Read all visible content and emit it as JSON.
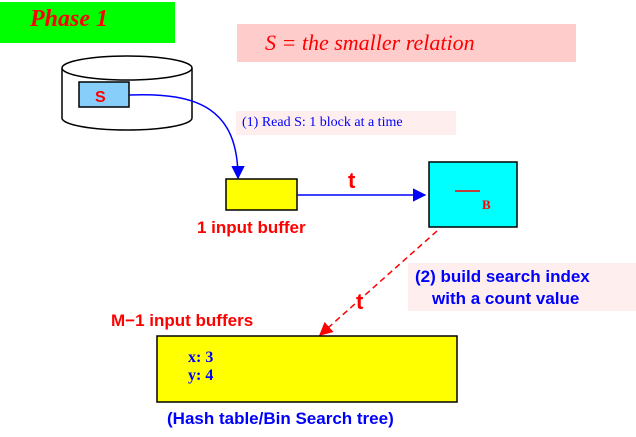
{
  "header": {
    "phase_label": "Phase 1",
    "relation_note": "S = the smaller relation"
  },
  "disk": {
    "block_label": "S"
  },
  "steps": {
    "read": "(1) Read S: 1 block at a time",
    "build_line1": "(2) build search index",
    "build_line2": "with a count value"
  },
  "input_buffer": {
    "label": "1 input buffer",
    "transfer_label": "t"
  },
  "target_box": {
    "label": "B"
  },
  "memory": {
    "label": "M−1 input buffers",
    "transfer_label": "t",
    "entries": [
      "x: 3",
      "y: 4"
    ],
    "structure_label": "(Hash table/Bin Search tree)"
  },
  "colors": {
    "phase_bg": "#00ff00",
    "note_bg": "#ffcccc",
    "step_bg": "#ffeeee",
    "buffer_fill": "#ffff00",
    "target_fill": "#00ffff",
    "disk_block_fill": "#87cefa",
    "red_text": "#ff0000",
    "blue_text": "#0000ff"
  }
}
